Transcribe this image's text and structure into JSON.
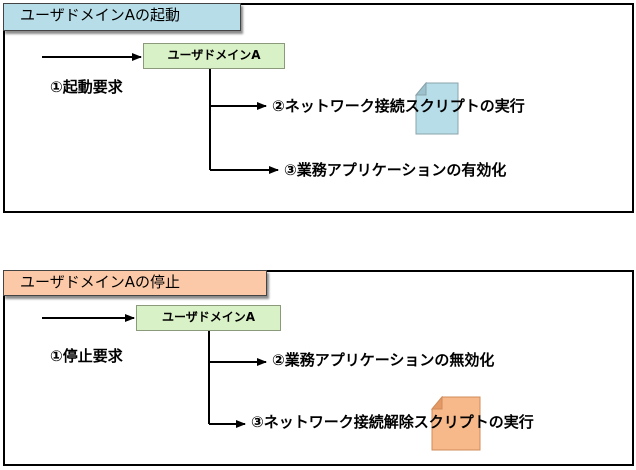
{
  "panels": [
    {
      "title": "ユーザドメインAの起動",
      "domain_label": "ユーザドメインA",
      "request": "①起動要求",
      "step2": "②ネットワーク接続スクリプトの実行",
      "step3": "③業務アプリケーションの有効化",
      "tab_color": "#b7dde8",
      "doc_icon": "script-document-icon",
      "doc_color": "#b7dde8"
    },
    {
      "title": "ユーザドメインAの停止",
      "domain_label": "ユーザドメインA",
      "request": "①停止要求",
      "step2": "②業務アプリケーションの無効化",
      "step3": "③ネットワーク接続解除スクリプトの実行",
      "tab_color": "#fbc9a7",
      "doc_icon": "script-document-icon",
      "doc_color": "#f7b98a"
    }
  ],
  "colors": {
    "domain_box": "#d9f1c6",
    "border": "#000000"
  }
}
